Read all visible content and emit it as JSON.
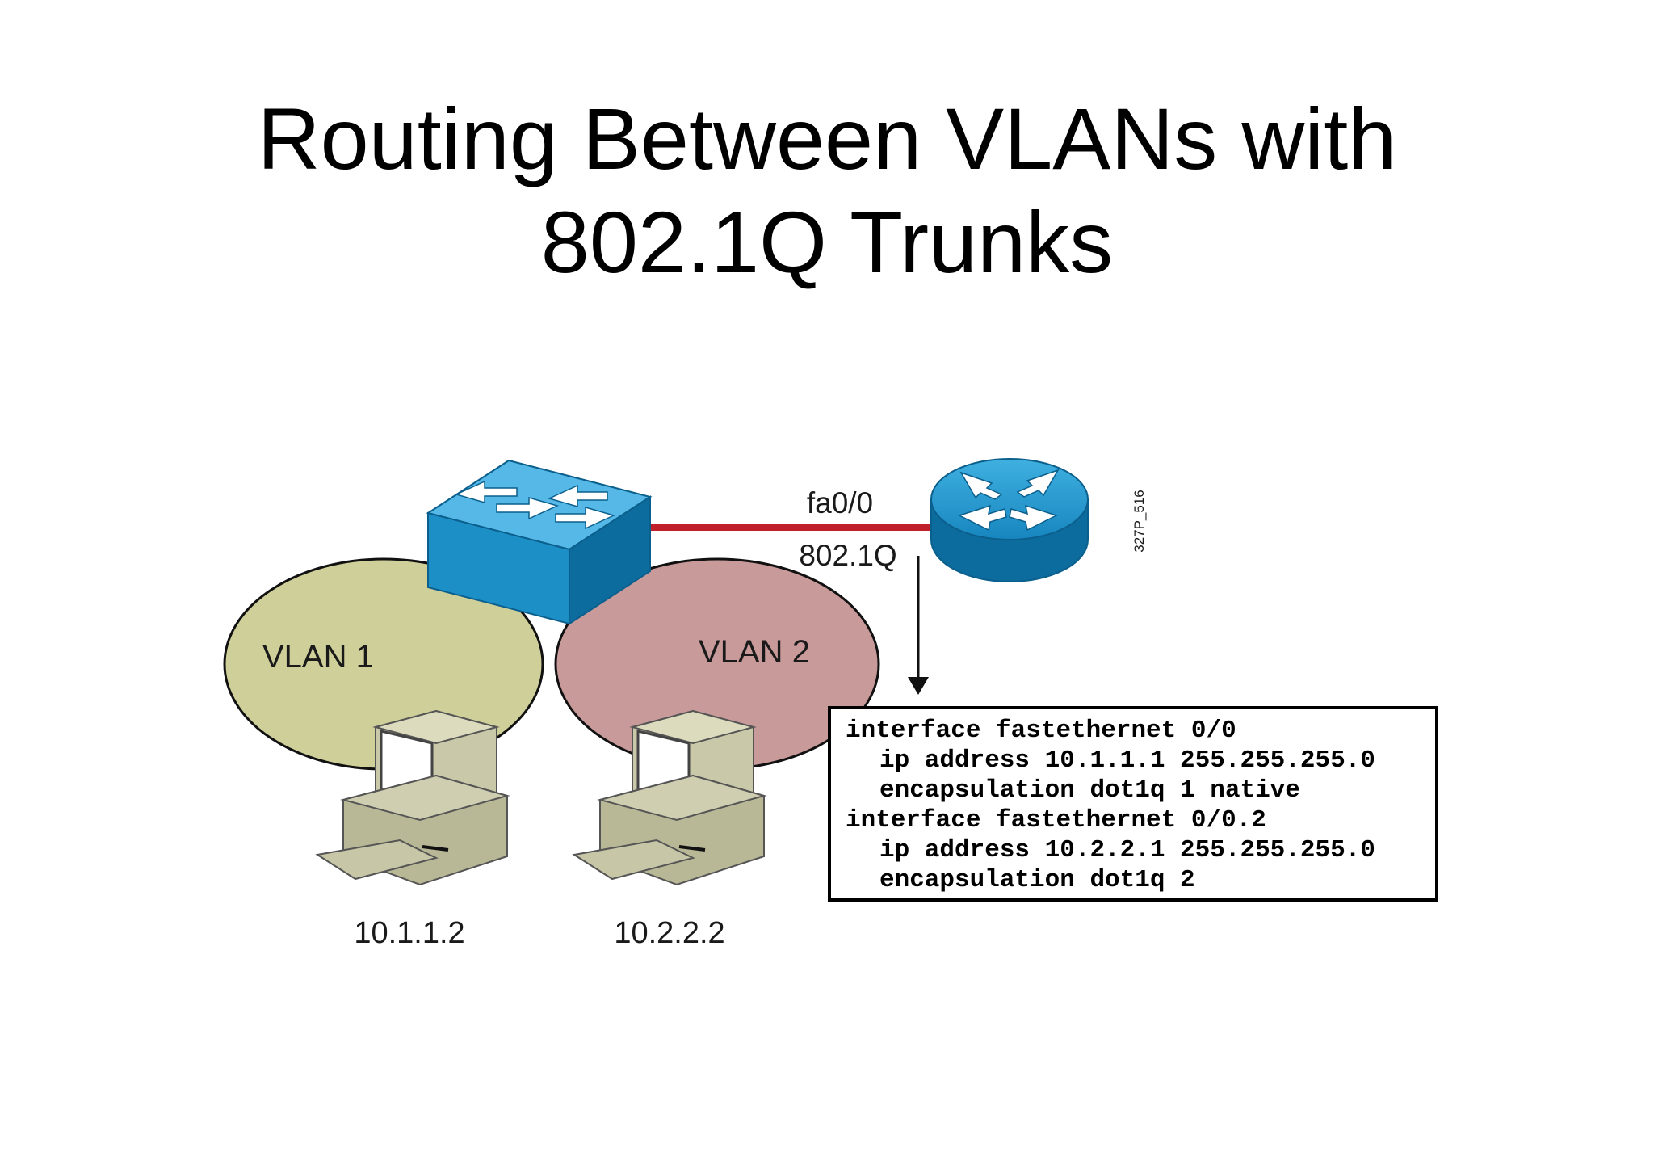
{
  "title": {
    "line1": "Routing Between VLANs with",
    "line2": "802.1Q Trunks"
  },
  "diagram": {
    "vlan1_label": "VLAN 1",
    "vlan2_label": "VLAN 2",
    "host1_ip": "10.1.1.2",
    "host2_ip": "10.2.2.2",
    "link_interface_label": "fa0/0",
    "link_encapsulation_label": "802.1Q",
    "figure_code": "327P_516",
    "colors": {
      "vlan1_fill": "#cfcf9a",
      "vlan2_fill": "#c99a9a",
      "trunk_link": "#c0202a",
      "device_blue": "#1d8fc7",
      "device_blue_dark": "#0d6c9e",
      "pc_body": "#c9c8a8"
    },
    "icons": [
      "switch-icon",
      "router-icon",
      "pc-icon"
    ]
  },
  "config": {
    "lines": [
      {
        "text": "interface fastethernet 0/0",
        "indent": false
      },
      {
        "text": "ip address 10.1.1.1 255.255.255.0",
        "indent": true
      },
      {
        "text": "encapsulation dot1q 1 native",
        "indent": true
      },
      {
        "text": "interface fastethernet 0/0.2",
        "indent": false
      },
      {
        "text": "ip address 10.2.2.1 255.255.255.0",
        "indent": true
      },
      {
        "text": "encapsulation dot1q 2",
        "indent": true
      }
    ]
  }
}
